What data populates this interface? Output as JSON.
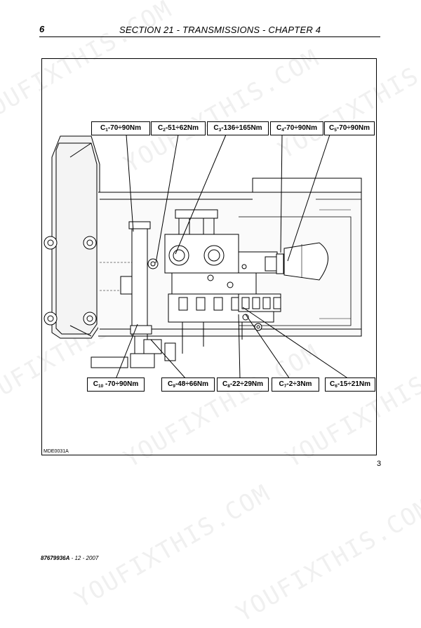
{
  "header": {
    "page_number": "6",
    "section_title": "SECTION 21 - TRANSMISSIONS - CHAPTER 4"
  },
  "figure": {
    "code": "MDE0031A",
    "index": "3",
    "callouts": [
      {
        "id": "C1",
        "letter": "C",
        "sub": "1",
        "torque": "-70÷90Nm"
      },
      {
        "id": "C2",
        "letter": "C",
        "sub": "2",
        "torque": "-51÷62Nm"
      },
      {
        "id": "C3",
        "letter": "C",
        "sub": "3",
        "torque": "-136÷165Nm"
      },
      {
        "id": "C4",
        "letter": "C",
        "sub": "4",
        "torque": "-70÷90Nm"
      },
      {
        "id": "C5",
        "letter": "C",
        "sub": "5",
        "torque": "-70÷90Nm"
      },
      {
        "id": "C10",
        "letter": "C",
        "sub": "10",
        "torque": " -70÷90Nm"
      },
      {
        "id": "C9",
        "letter": "C",
        "sub": "9",
        "torque": "-48÷66Nm"
      },
      {
        "id": "C8",
        "letter": "C",
        "sub": "8",
        "torque": "-22÷29Nm"
      },
      {
        "id": "C7",
        "letter": "C",
        "sub": "7",
        "torque": "-2÷3Nm"
      },
      {
        "id": "C6",
        "letter": "C",
        "sub": "6",
        "torque": "-15÷21Nm"
      }
    ]
  },
  "footer": {
    "doc_number": "87679936A",
    "revision": " - 12 - 2007"
  },
  "watermark": {
    "text": "YOUFIXTHIS.COM"
  }
}
